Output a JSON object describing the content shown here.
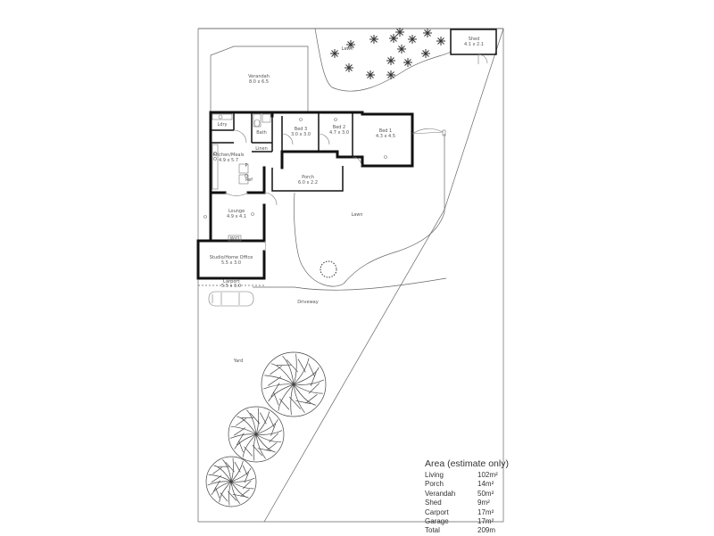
{
  "plan": {
    "rooms": {
      "verandah": {
        "name": "Verandah",
        "dims": "8.0 x 6.5"
      },
      "shed": {
        "name": "Shed",
        "dims": "4.1 x 2.1"
      },
      "bed1": {
        "name": "Bed 1",
        "dims": "4.3 x 4.5"
      },
      "bed2": {
        "name": "Bed 2",
        "dims": "4.7 x 3.0"
      },
      "bed3": {
        "name": "Bed 3",
        "dims": "3.0 x 3.0"
      },
      "bath": {
        "name": "Bath"
      },
      "ldry": {
        "name": "Ldry"
      },
      "linen": {
        "name": "Linen"
      },
      "kitchen": {
        "name": "Kitchen/Meals",
        "dims": "4.9 x 5.7"
      },
      "porch": {
        "name": "Porch",
        "dims": "6.0 x 2.2"
      },
      "lounge": {
        "name": "Lounge",
        "dims": "4.9 x 4.1"
      },
      "studio": {
        "name": "Studio/Home Office",
        "dims": "5.5 x 3.0"
      },
      "carport": {
        "name": "Carport",
        "dims": "5.5 x 3.0"
      }
    },
    "outdoor": {
      "lawn_top": "Lawn",
      "lawn_mid": "Lawn",
      "driveway": "Driveway",
      "yard": "Yard"
    },
    "small_labels": {
      "ref": "Ref",
      "wo": "W/O",
      "pantry": "P",
      "dw": "D"
    }
  },
  "area": {
    "title": "Area (estimate only)",
    "rows": [
      {
        "name": "Living",
        "value": "102m²"
      },
      {
        "name": "Porch",
        "value": "14m²"
      },
      {
        "name": "Verandah",
        "value": "50m²"
      },
      {
        "name": "Shed",
        "value": "9m²"
      },
      {
        "name": "Carport",
        "value": "17m²"
      },
      {
        "name": "Garage",
        "value": "17m²"
      },
      {
        "name": "Total",
        "value": "209m"
      }
    ]
  }
}
